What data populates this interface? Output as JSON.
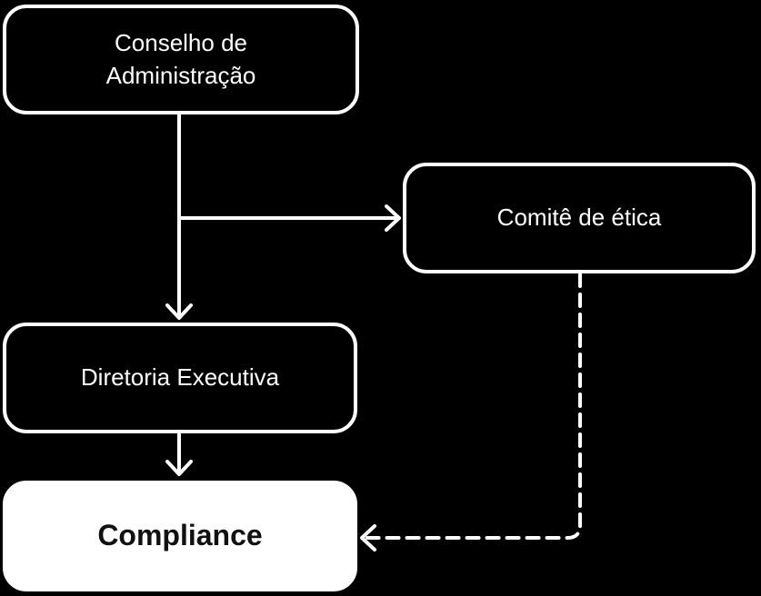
{
  "diagram": {
    "background_color": "#000000",
    "connector_color": "#ffffff",
    "nodes": [
      {
        "id": "conselho-de-administracao",
        "label": "Conselho de Administração",
        "fill": "#000000",
        "border": "#ffffff",
        "text_color": "#ffffff",
        "bold": false
      },
      {
        "id": "comite-de-etica",
        "label": "Comitê de ética",
        "fill": "#000000",
        "border": "#ffffff",
        "text_color": "#ffffff",
        "bold": false
      },
      {
        "id": "diretoria-executiva",
        "label": "Diretoria Executiva",
        "fill": "#000000",
        "border": "#ffffff",
        "text_color": "#ffffff",
        "bold": false
      },
      {
        "id": "compliance",
        "label": "Compliance",
        "fill": "#ffffff",
        "border": "#ffffff",
        "text_color": "#111111",
        "bold": true
      }
    ],
    "edges": [
      {
        "from": "conselho-de-administracao",
        "to": "diretoria-executiva",
        "style": "solid",
        "arrowhead": "open-chevron"
      },
      {
        "from": "conselho-de-administracao",
        "to": "comite-de-etica",
        "style": "solid",
        "arrowhead": "open-chevron"
      },
      {
        "from": "diretoria-executiva",
        "to": "compliance",
        "style": "solid",
        "arrowhead": "open-chevron"
      },
      {
        "from": "comite-de-etica",
        "to": "compliance",
        "style": "dashed",
        "arrowhead": "open-chevron"
      }
    ]
  }
}
